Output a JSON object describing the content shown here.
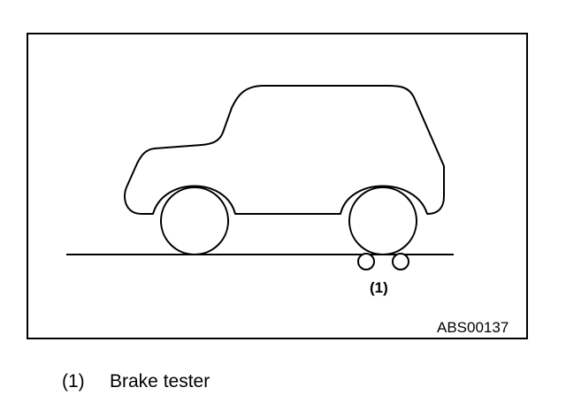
{
  "figure": {
    "code": "ABS00137",
    "callout": "(1)"
  },
  "legend": {
    "items": [
      {
        "number": "(1)",
        "label": "Brake tester"
      }
    ]
  }
}
